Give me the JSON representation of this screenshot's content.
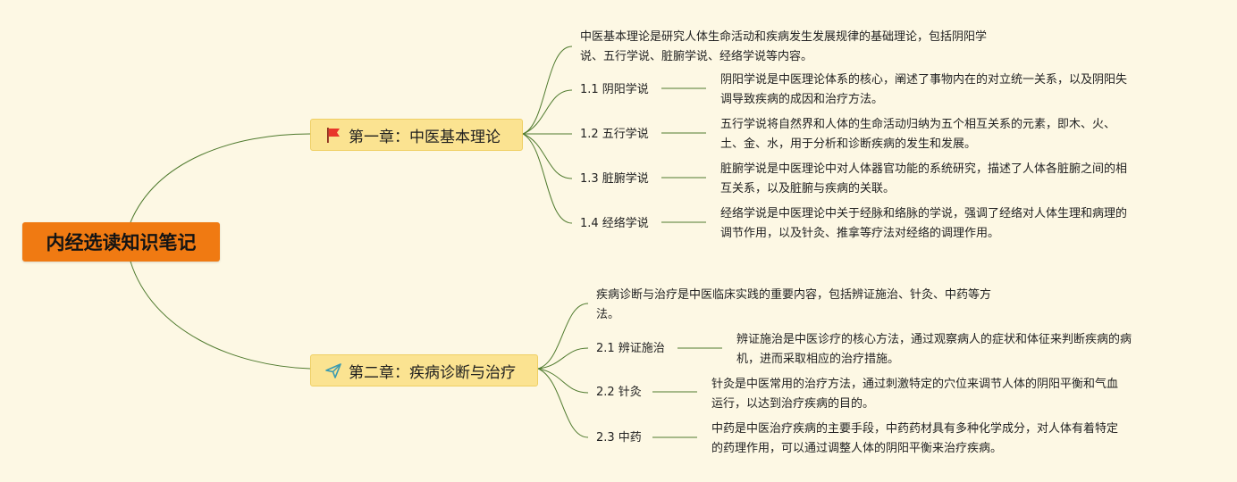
{
  "root": {
    "label": "内经选读知识笔记"
  },
  "chapters": [
    {
      "label": "第一章：中医基本理论",
      "icon": "red-flag-icon",
      "summary": "中医基本理论是研究人体生命活动和疾病发生发展规律的基础理论，包括阴阳学\n说、五行学说、脏腑学说、经络学说等内容。",
      "items": [
        {
          "label": "1.1 阴阳学说",
          "desc": "阴阳学说是中医理论体系的核心，阐述了事物内在的对立统一关系，以及阴阳失\n调导致疾病的成因和治疗方法。"
        },
        {
          "label": "1.2 五行学说",
          "desc": "五行学说将自然界和人体的生命活动归纳为五个相互关系的元素，即木、火、\n土、金、水，用于分析和诊断疾病的发生和发展。"
        },
        {
          "label": "1.3 脏腑学说",
          "desc": "脏腑学说是中医理论中对人体器官功能的系统研究，描述了人体各脏腑之间的相\n互关系，以及脏腑与疾病的关联。"
        },
        {
          "label": "1.4 经络学说",
          "desc": "经络学说是中医理论中关于经脉和络脉的学说，强调了经络对人体生理和病理的\n调节作用，以及针灸、推拿等疗法对经络的调理作用。"
        }
      ]
    },
    {
      "label": "第二章：疾病诊断与治疗",
      "icon": "paper-plane-icon",
      "summary": "疾病诊断与治疗是中医临床实践的重要内容，包括辨证施治、针灸、中药等方\n法。",
      "items": [
        {
          "label": "2.1 辨证施治",
          "desc": "辨证施治是中医诊疗的核心方法，通过观察病人的症状和体征来判断疾病的病\n机，进而采取相应的治疗措施。"
        },
        {
          "label": "2.2 针灸",
          "desc": "针灸是中医常用的治疗方法，通过刺激特定的穴位来调节人体的阴阳平衡和气血\n运行，以达到治疗疾病的目的。"
        },
        {
          "label": "2.3 中药",
          "desc": "中药是中医治疗疾病的主要手段，中药药材具有多种化学成分，对人体有着特定\n的药理作用，可以通过调整人体的阴阳平衡来治疗疾病。"
        }
      ]
    }
  ],
  "colors": {
    "background": "#fdf8e4",
    "root_fill": "#f07a12",
    "chapter_fill": "#fbe391",
    "connector": "#4f7a2e",
    "flag_red": "#e8362a",
    "plane_teal": "#3a9ab0"
  }
}
